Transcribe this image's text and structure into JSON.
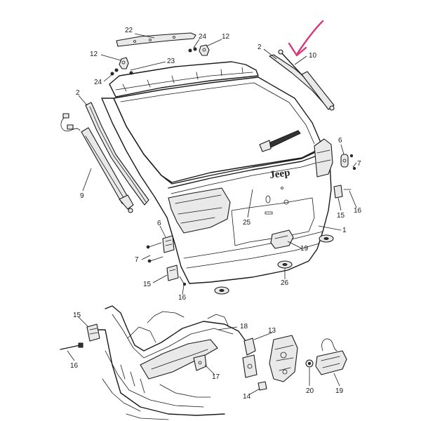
{
  "diagram": {
    "badge_text": "Jeep",
    "accent_arrow_color": "#d63a7a",
    "callouts": [
      {
        "id": "c22a",
        "text": "22"
      },
      {
        "id": "c24a",
        "text": "24"
      },
      {
        "id": "c12a",
        "text": "12"
      },
      {
        "id": "c12b",
        "text": "12"
      },
      {
        "id": "c23",
        "text": "23"
      },
      {
        "id": "c24b",
        "text": "24"
      },
      {
        "id": "c2a",
        "text": "2"
      },
      {
        "id": "c10",
        "text": "10"
      },
      {
        "id": "c2b",
        "text": "2"
      },
      {
        "id": "c9",
        "text": "9"
      },
      {
        "id": "c6a",
        "text": "6"
      },
      {
        "id": "c7a",
        "text": "7"
      },
      {
        "id": "c15a",
        "text": "15"
      },
      {
        "id": "c16a",
        "text": "16"
      },
      {
        "id": "c25",
        "text": "25"
      },
      {
        "id": "c1",
        "text": "1"
      },
      {
        "id": "c6b",
        "text": "6"
      },
      {
        "id": "c7b",
        "text": "7"
      },
      {
        "id": "c19a",
        "text": "19"
      },
      {
        "id": "c15b",
        "text": "15"
      },
      {
        "id": "c16b",
        "text": "16"
      },
      {
        "id": "c26",
        "text": "26"
      },
      {
        "id": "c15c",
        "text": "15"
      },
      {
        "id": "c18",
        "text": "18"
      },
      {
        "id": "c13",
        "text": "13"
      },
      {
        "id": "c16c",
        "text": "16"
      },
      {
        "id": "c17",
        "text": "17"
      },
      {
        "id": "c14",
        "text": "14"
      },
      {
        "id": "c20",
        "text": "20"
      },
      {
        "id": "c19b",
        "text": "19"
      }
    ]
  }
}
